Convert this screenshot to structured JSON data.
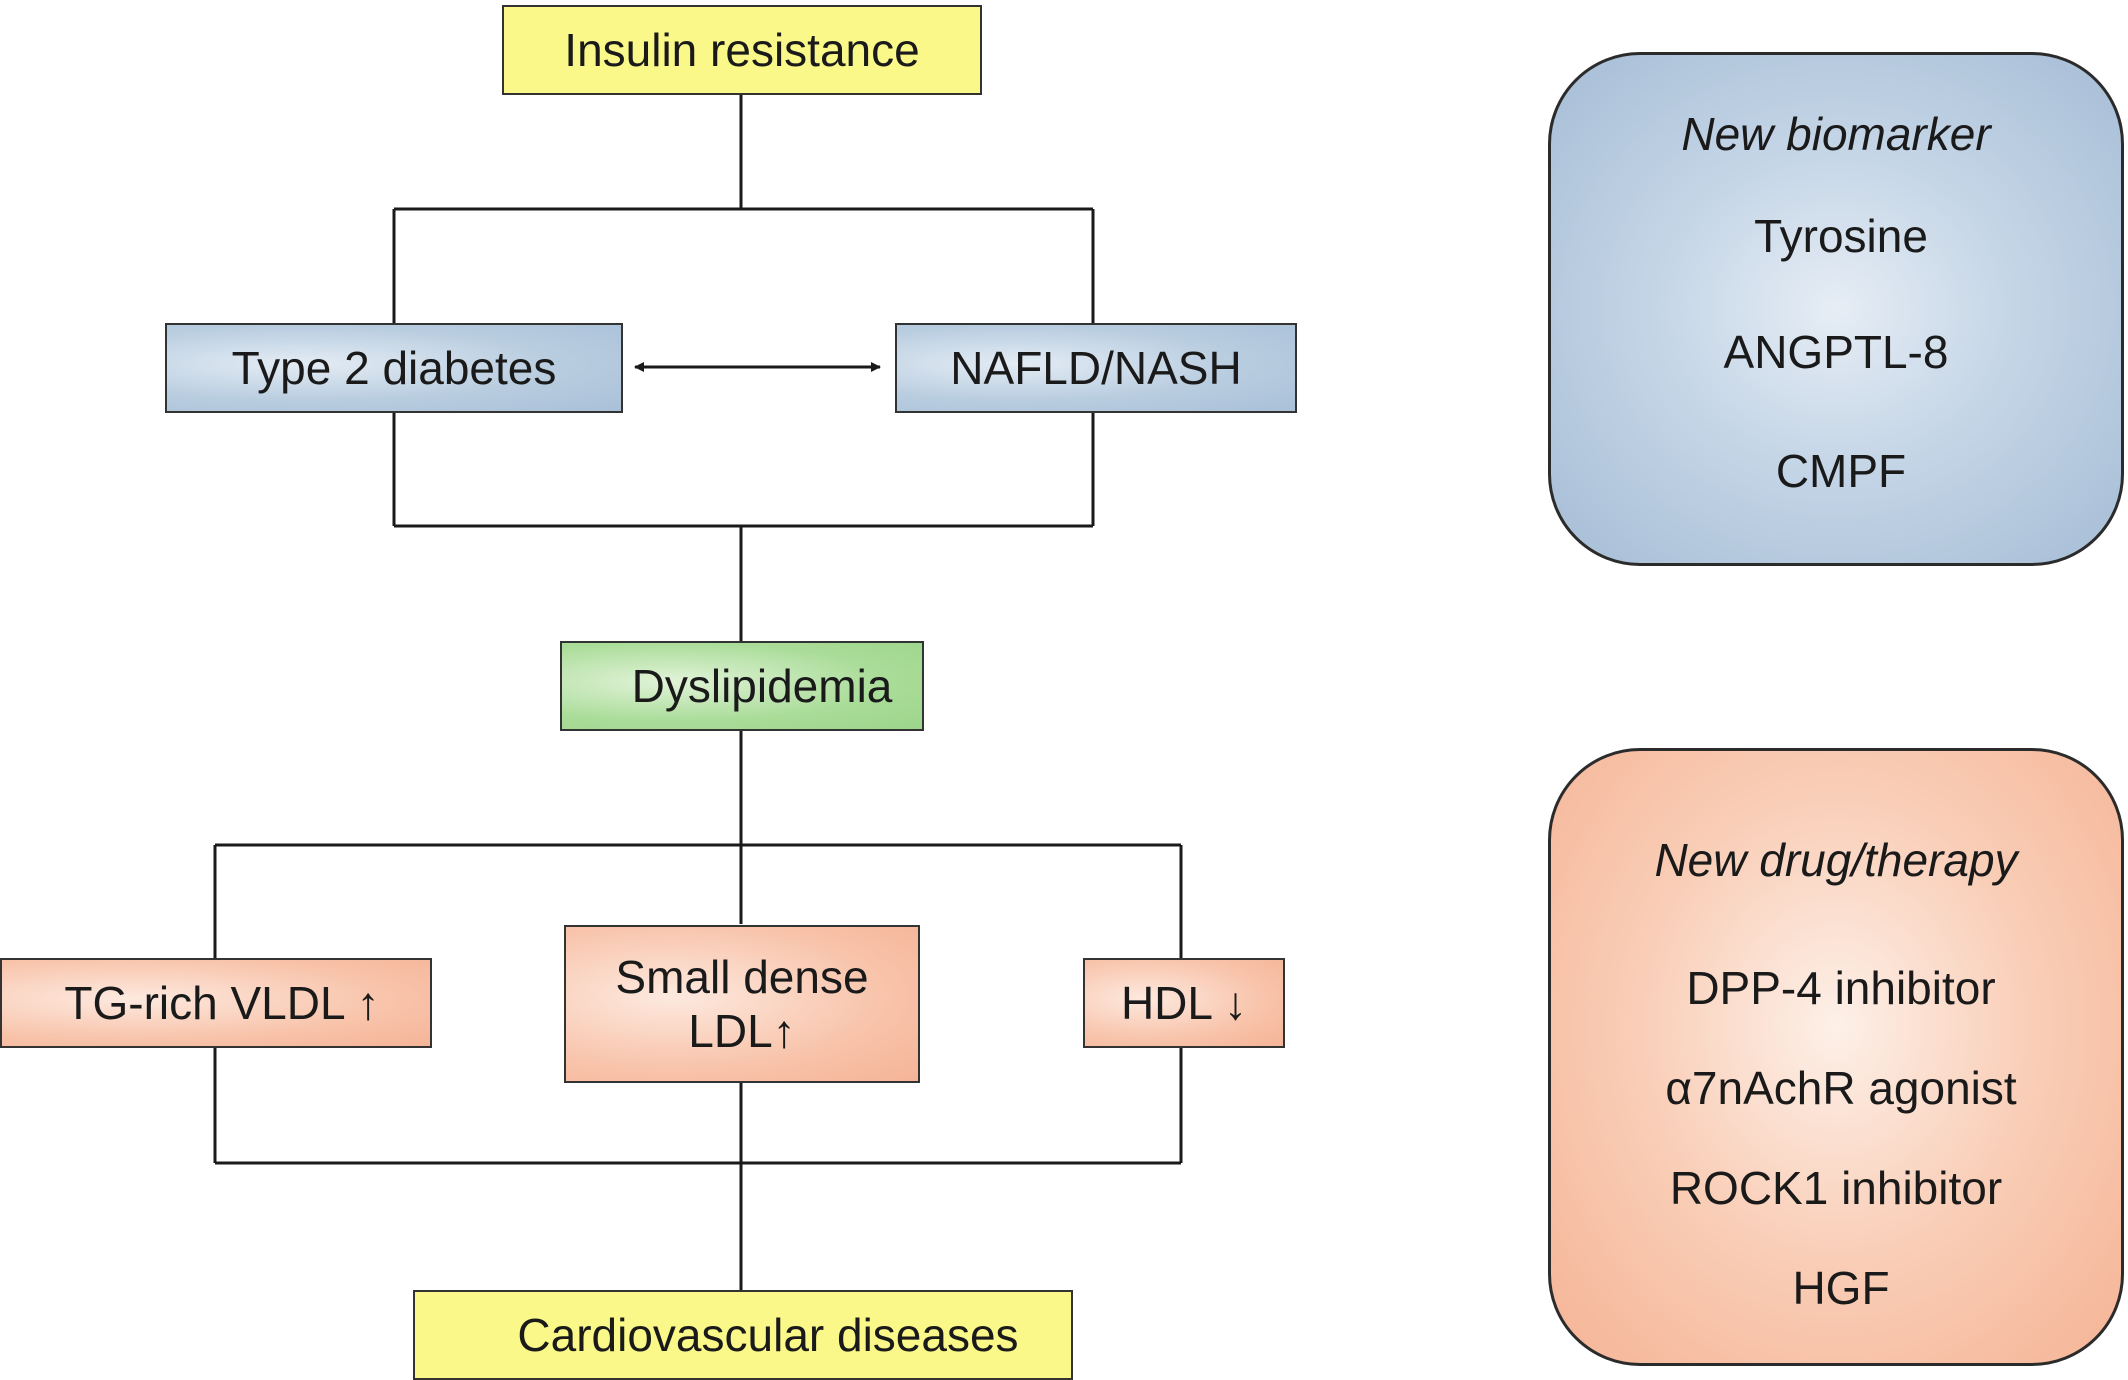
{
  "nodes": {
    "insulin_resistance": "Insulin resistance",
    "type2_diabetes": "Type 2 diabetes",
    "nafld_nash": "NAFLD/NASH",
    "dyslipidemia": "Dyslipidemia",
    "tg_rich_vldl": "TG-rich VLDL ↑",
    "small_dense_ldl_line1": "Small dense",
    "small_dense_ldl_line2": "LDL↑",
    "hdl": "HDL ↓",
    "cardiovascular_diseases": "Cardiovascular diseases"
  },
  "biomarker_panel": {
    "title": "New biomarker",
    "items": [
      "Tyrosine",
      "ANGPTL-8",
      "CMPF"
    ]
  },
  "therapy_panel": {
    "title": "New drug/therapy",
    "items": [
      "DPP-4 inhibitor",
      "α7nAchR agonist",
      "ROCK1 inhibitor",
      "HGF"
    ]
  },
  "colors": {
    "yellow": "#faf889",
    "blue": "#b9cde0",
    "green": "#a9dc98",
    "salmon": "#f8c4ab",
    "line": "#1a1a1a"
  }
}
